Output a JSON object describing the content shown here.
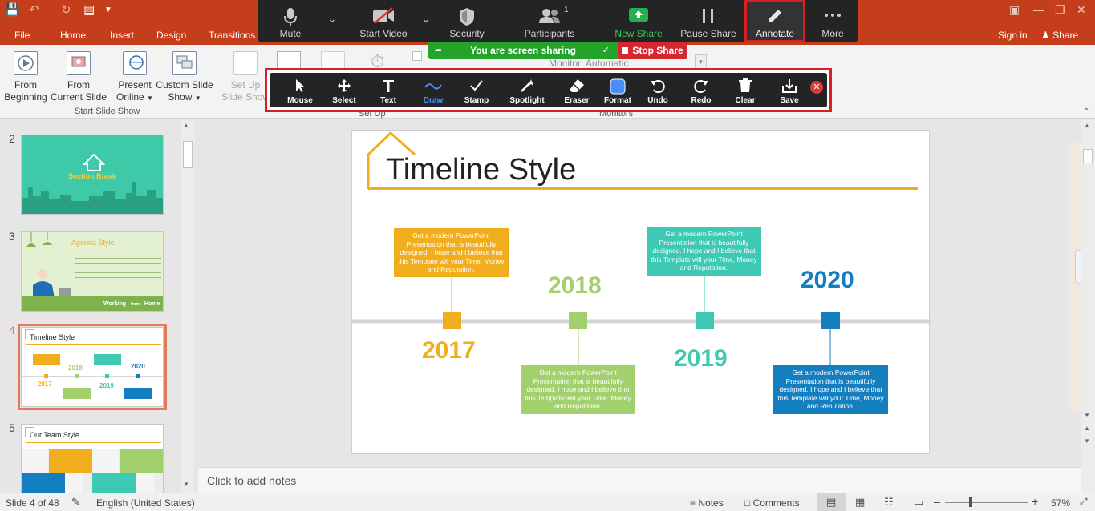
{
  "app": {
    "tabs": [
      "File",
      "Home",
      "Insert",
      "Design",
      "Transitions"
    ],
    "right_tabs": {
      "sign_in": "Sign in",
      "share": "Share"
    }
  },
  "ribbon": {
    "from_beginning": [
      "From",
      "Beginning"
    ],
    "from_current": [
      "From",
      "Current Slide"
    ],
    "present_online": [
      "Present",
      "Online"
    ],
    "custom_show": [
      "Custom Slide",
      "Show"
    ],
    "setup_show": [
      "Set Up",
      "Slide Show"
    ],
    "group_start": "Start Slide Show",
    "group_setup": "Set Up",
    "group_monitors": "Monitors",
    "monitor_label": "Monitor:",
    "monitor_value": "Automatic"
  },
  "zoom": {
    "buttons": [
      {
        "label": "Mute",
        "icon": "microphone-icon"
      },
      {
        "label": "Start Video",
        "icon": "video-off-icon"
      },
      {
        "label": "Security",
        "icon": "shield-icon"
      },
      {
        "label": "Participants",
        "icon": "participants-icon",
        "count": "1"
      },
      {
        "label": "New Share",
        "icon": "share-screen-icon"
      },
      {
        "label": "Pause Share",
        "icon": "pause-icon"
      },
      {
        "label": "Annotate",
        "icon": "pencil-icon"
      },
      {
        "label": "More",
        "icon": "more-icon"
      }
    ],
    "sharing_text": "You are screen sharing",
    "stop_share": "Stop Share"
  },
  "annotate": {
    "tools": [
      "Mouse",
      "Select",
      "Text",
      "Draw",
      "Stamp",
      "Spotlight",
      "Eraser",
      "Format",
      "Undo",
      "Redo",
      "Clear",
      "Save"
    ],
    "selected": "Draw"
  },
  "thumbnails": {
    "numbers": [
      "2",
      "3",
      "4",
      "5"
    ],
    "slide2_title": "Section Break",
    "slide3_title": "Agenda Style",
    "slide3_footer": [
      "Working",
      "from",
      "Home"
    ],
    "slide4_title": "Timeline Style",
    "slide4_years": [
      "2017",
      "2018",
      "2019",
      "2020"
    ],
    "slide5_title": "Our Team Style"
  },
  "slide": {
    "title": "Timeline Style",
    "box_text": "Get a modern PowerPoint Presentation that is beautifully designed. I hope and I believe that this Template will your Time, Money and Reputation.",
    "years": [
      "2017",
      "2018",
      "2019",
      "2020"
    ]
  },
  "colors": {
    "orange": "#f0ae1e",
    "green": "#a2d06d",
    "teal": "#3ec9b4",
    "blue": "#137fc0",
    "ribbon_red": "#c43e1c",
    "zoom_dark": "#242424"
  },
  "notes": {
    "placeholder": "Click to add notes"
  },
  "status": {
    "slide_info": "Slide 4 of 48",
    "language": "English (United States)",
    "notes": "Notes",
    "comments": "Comments",
    "zoom_pct": "57%"
  }
}
